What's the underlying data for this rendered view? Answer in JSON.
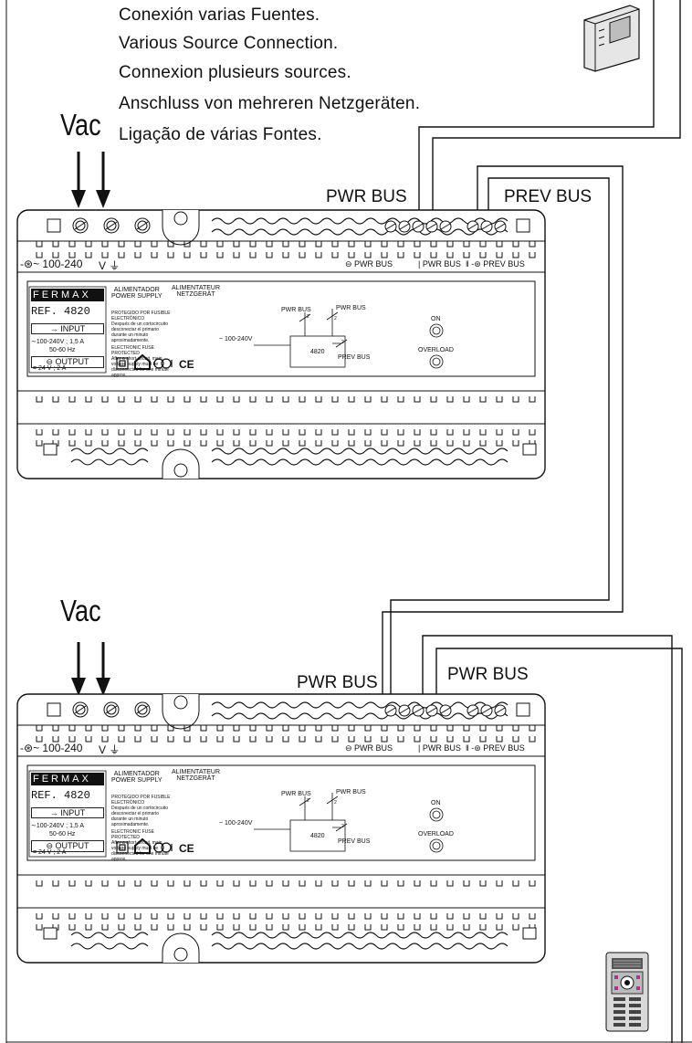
{
  "captions": [
    "Conexión varias Fuentes.",
    "Various Source Connection.",
    "Connexion plusieurs sources.",
    "Anschluss von mehreren Netzgeräten.",
    "Ligação de várias Fontes."
  ],
  "vac_label": "Vac",
  "bus_labels": {
    "top_pwr": "PWR BUS",
    "top_prev": "PREV BUS",
    "bottom_pwr_left": "PWR BUS",
    "bottom_pwr_right": "PWR BUS"
  },
  "psu": {
    "brand": "FERMAX",
    "ref": "REF. 4820",
    "input_label": "INPUT",
    "input_spec": "100-240V ; 1,5 A",
    "frequency": "50-60 Hz",
    "output_label": "OUTPUT",
    "output_spec": "24 V ; 2 A",
    "title_es": "ALIMENTADOR",
    "title_en": "POWER SUPPLY",
    "title_fr": "ALIMENTATEUR",
    "title_de": "NETZGERÄT",
    "fuse_es_title": "PROTEGIDO POR FUSIBLE ELECTRÓNICO",
    "fuse_es_text": "Después de un cortocircuito desconectar el primario durante un minuto aproximadamente.",
    "fuse_en_title": "ELECTRONIC FUSE PROTECTED",
    "fuse_en_text": "After a short-circuit, main voltage supply must be disconnected for one minute approx.",
    "schematic_pwr_1": "PWR BUS",
    "schematic_pwr_2": "PWR BUS",
    "schematic_prev": "PREV BUS",
    "schematic_ac": "~ 100-240V",
    "schematic_model": "4820",
    "wire_count": "2",
    "led_on": "ON",
    "led_overload": "OVERLOAD",
    "strip_input": "~ 100-240",
    "strip_v": "V",
    "strip_pwr_1": "PWR BUS",
    "strip_pwr_2": "PWR BUS",
    "strip_prev": "PREV BUS",
    "ce_mark": "CE"
  }
}
